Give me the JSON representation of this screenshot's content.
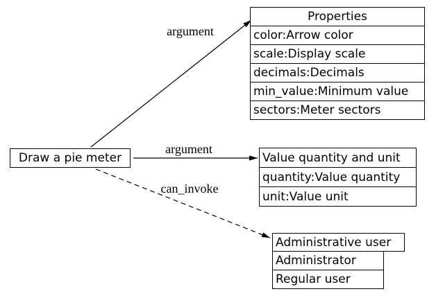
{
  "diagram": {
    "node": {
      "label": "Draw a pie meter"
    },
    "edges": {
      "argument_top": {
        "label": "argument",
        "style": "solid"
      },
      "argument_middle": {
        "label": "argument",
        "style": "solid"
      },
      "can_invoke": {
        "label": "can_invoke",
        "style": "dashed"
      }
    },
    "properties_table": {
      "header": "Properties",
      "rows": [
        "color:Arrow color",
        "scale:Display scale",
        "decimals:Decimals",
        "min_value:Minimum value",
        "sectors:Meter sectors"
      ]
    },
    "value_table": {
      "header": "Value quantity and unit",
      "rows": [
        "quantity:Value quantity",
        "unit:Value unit"
      ]
    },
    "user_table": {
      "header": "Administrative user",
      "rows": [
        "Administrator",
        "Regular user"
      ]
    },
    "colors": {
      "background": "#ffffff",
      "line": "#000000",
      "text": "#000000"
    }
  }
}
